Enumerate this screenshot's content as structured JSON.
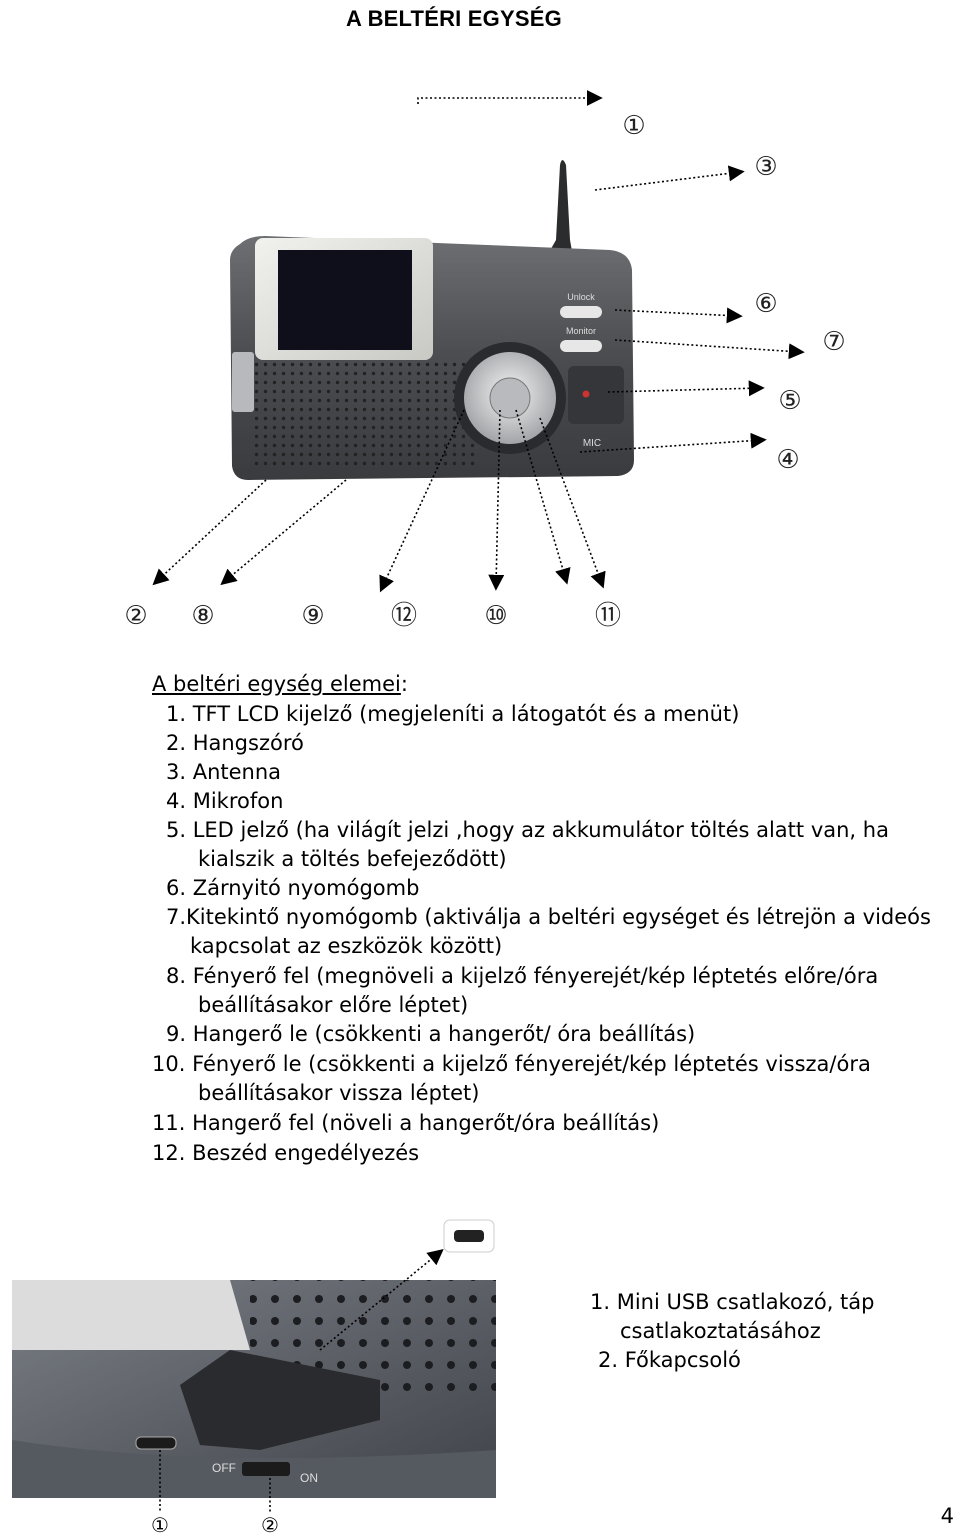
{
  "title": "A BELTÉRI EGYSÉG",
  "device": {
    "btn_unlock": "Unlock",
    "btn_monitor": "Monitor",
    "mic_label": "MIC"
  },
  "callouts": {
    "c1": "①",
    "c2": "②",
    "c3": "③",
    "c4": "④",
    "c5": "⑤",
    "c6": "⑥",
    "c7": "⑦",
    "c8": "⑧",
    "c9": "⑨",
    "c10": "⑩",
    "c11": "⑪",
    "c12": "⑫"
  },
  "list": {
    "heading": "A beltéri egység elemei",
    "heading_colon": ":",
    "items": [
      "1. TFT LCD kijelző (megjeleníti a látogatót és a menüt)",
      "2. Hangszóró",
      "3. Antenna",
      "4. Mikrofon",
      "5. LED jelző (ha világít jelzi ,hogy az akkumulátor töltés alatt van, ha",
      "kialszik a töltés befejeződött)",
      "6. Zárnyitó nyomógomb",
      "7.Kitekintő nyomógomb (aktiválja a beltéri egységet és létrejön a videós",
      "kapcsolat az eszközök között)",
      "8. Fényerő fel (megnöveli a kijelző fényerejét/kép léptetés előre/óra",
      "beállításakor előre léptet)",
      "9. Hangerő le (csökkenti a hangerőt/ óra beállítás)",
      "10. Fényerő le (csökkenti a kijelző fényerejét/kép léptetés vissza/óra",
      "beállításakor vissza léptet)",
      "11. Hangerő fel (növeli a hangerőt/óra beállítás)",
      "12. Beszéd engedélyezés"
    ]
  },
  "usb_photo": {
    "switch_off": "OFF",
    "switch_on": "ON",
    "callout1": "①",
    "callout2": "②"
  },
  "usb_list": {
    "line1": "1. Mini USB csatlakozó, táp",
    "line2": "csatlakoztatásához",
    "line3": "2. Főkapcsoló"
  },
  "page_number": "4"
}
